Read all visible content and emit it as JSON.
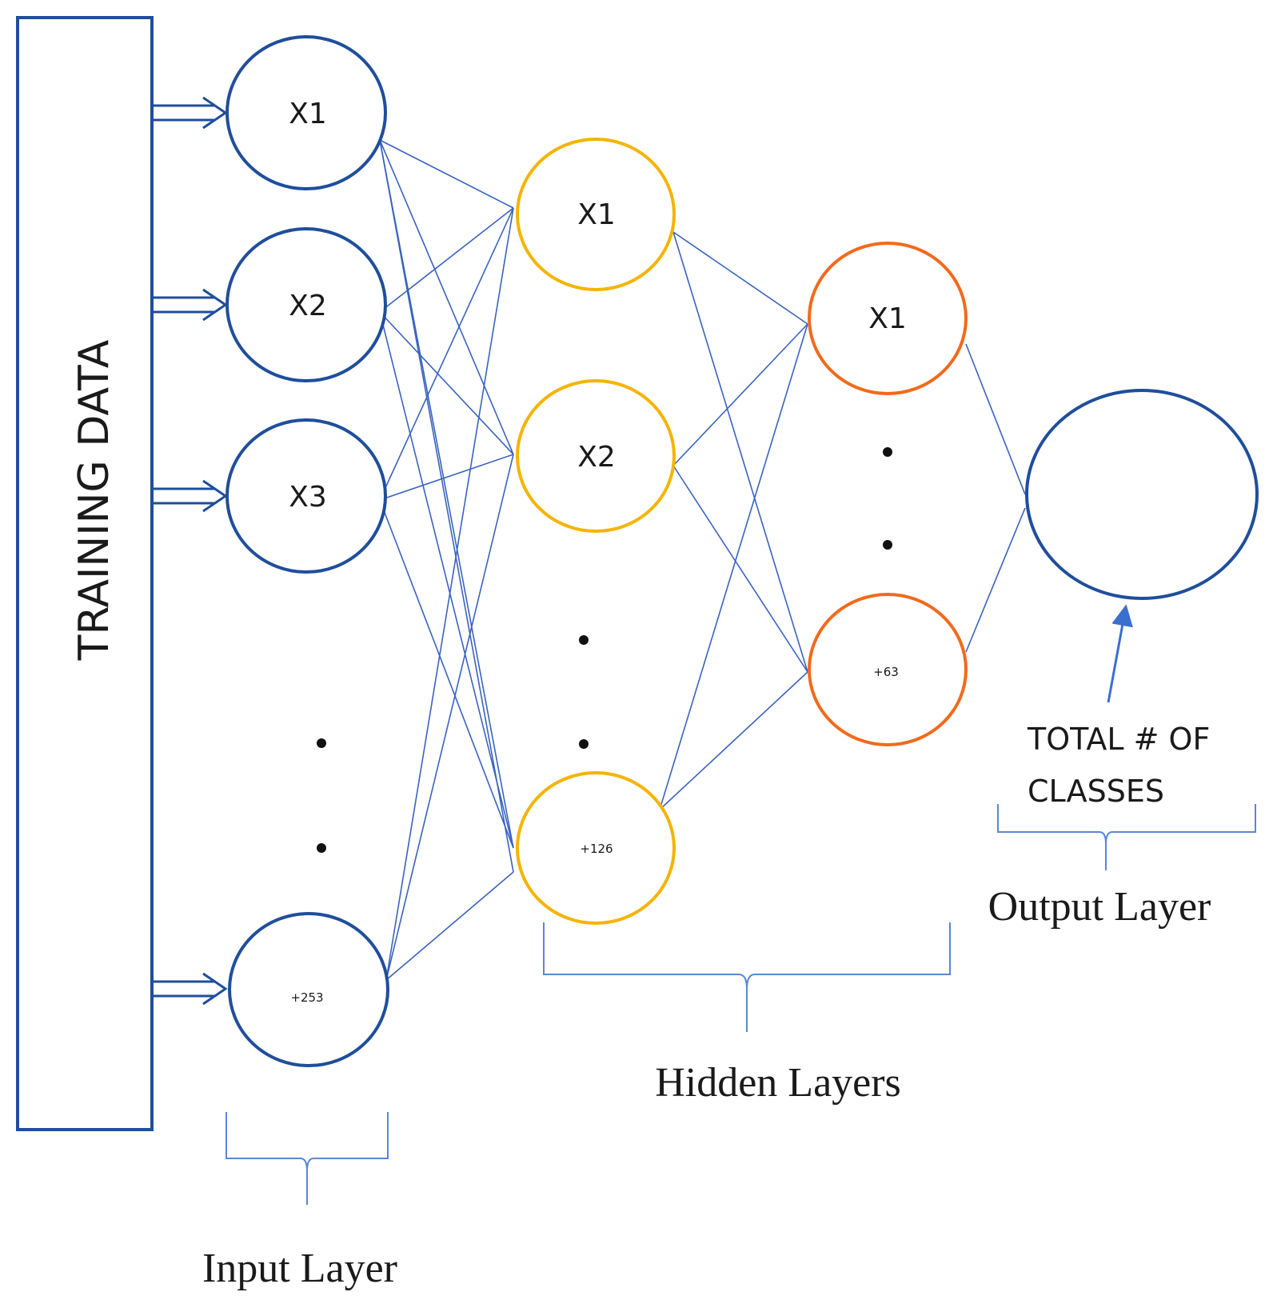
{
  "training_data": {
    "label": "TRAINING DATA"
  },
  "input_layer": {
    "label": "Input Layer",
    "nodes": [
      "X1",
      "X2",
      "X3",
      "+253"
    ],
    "color": "#1f4e9c"
  },
  "hidden_layer_1": {
    "nodes": [
      "X1",
      "X2",
      "+126"
    ],
    "color": "#f5b400"
  },
  "hidden_layer_2": {
    "nodes": [
      "X1",
      "+63"
    ],
    "color": "#f26a1b"
  },
  "hidden_layers": {
    "label": "Hidden Layers"
  },
  "output_layer": {
    "label": "Output Layer",
    "annotation_line1": "TOTAL # OF",
    "annotation_line2": "CLASSES",
    "color": "#1f4e9c"
  },
  "edge_color": "#3a63c0"
}
